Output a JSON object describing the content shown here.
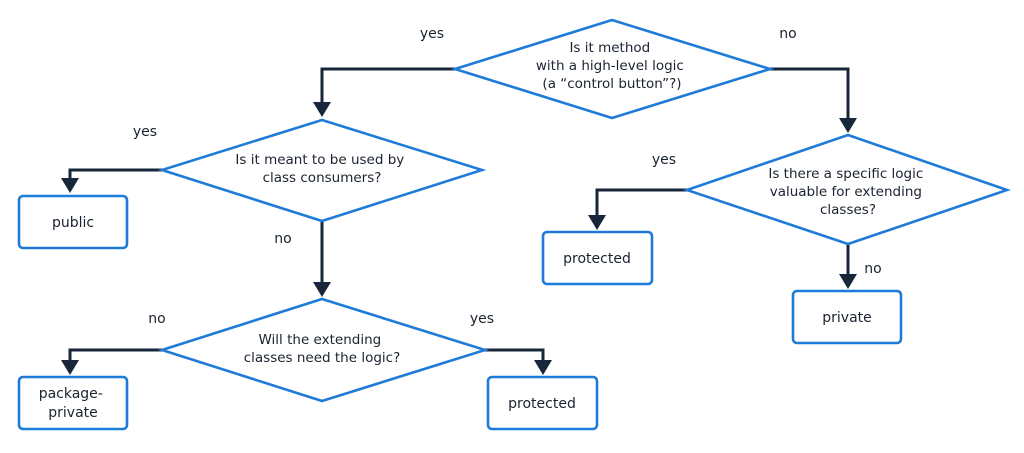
{
  "diagram": {
    "q_method": [
      "Is it method",
      "with a high-level logic",
      "(a “control button”?)"
    ],
    "q_consumers": [
      "Is it meant to be used by",
      "class consumers?"
    ],
    "q_extending": [
      "Will the extending",
      "classes need the logic?"
    ],
    "q_specific": [
      "Is there a specific logic",
      "valuable for extending",
      "classes?"
    ],
    "box_public": [
      "public"
    ],
    "box_package_private": [
      "package-",
      "private"
    ],
    "box_protected_left": [
      "protected"
    ],
    "box_protected_right": [
      "protected"
    ],
    "box_private": [
      "private"
    ],
    "label_yes": "yes",
    "label_no": "no",
    "colors": {
      "node_stroke": "#1f7bd8",
      "arrow": "#17263a",
      "text": "#1a2330"
    }
  }
}
